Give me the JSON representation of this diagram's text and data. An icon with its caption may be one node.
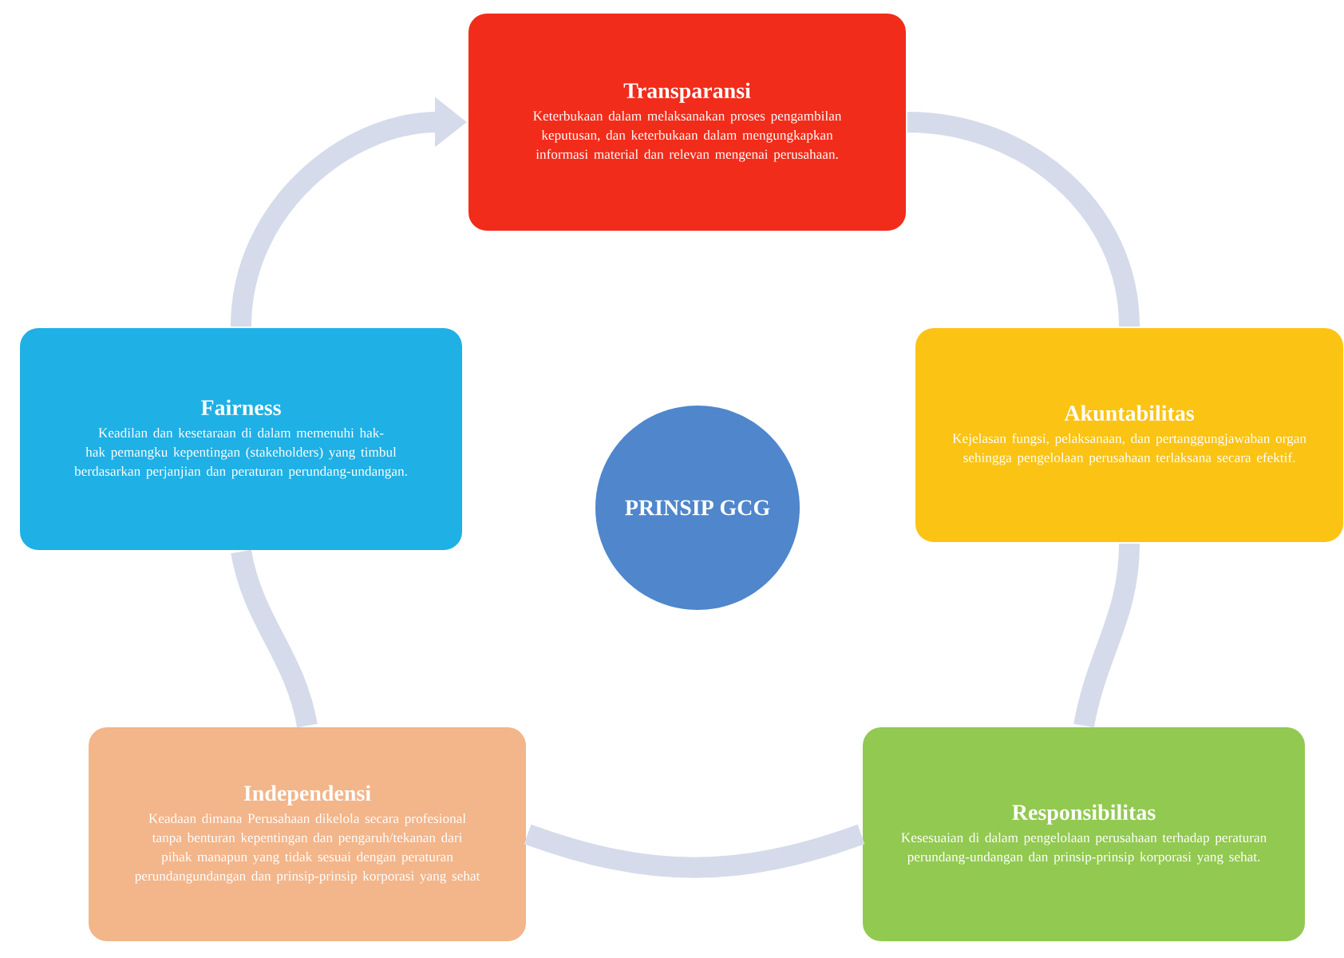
{
  "diagram": {
    "nodes": [
      {
        "text": [
          "Transparansi",
          "Keterbukaan dalam melaksanakan proses pengambilan keputusan, dan keterbukaan dalam mengungkapkan informasi material dan relevan mengenai perusahaan."
        ]
      },
      {
        "text": [
          "Akuntabilitas",
          "Kejelasan fungsi, pelaksanaan, dan pertanggungjawaban organ sehingga pengelolaan perusahaan terlaksana secara efektif."
        ]
      },
      {
        "text": [
          "Responsibilitas",
          "Kesesuaian di dalam pengelolaan perusahaan terhadap peraturan perundang-undangan dan prinsip-prinsip korporasi yang sehat."
        ]
      },
      {
        "text": [
          "Independensi",
          "Keadaan dimana Perusahaan dikelola secara profesional tanpa benturan kepentingan dan pengaruh/tekanan dari pihak manapun yang tidak sesuai dengan peraturan perundangundangan dan prinsip-prinsip korporasi yang sehat"
        ]
      },
      {
        "text": [
          "Fairness",
          "Keadilan dan kesetaraan di dalam memenuhi hak-hak pemangku kepentingan (stakeholders) yang timbul berdasarkan perjanjian dan peraturan perundang-undangan."
        ]
      },
      {
        "text": [
          "PRINSIP GCG"
        ]
      }
    ],
    "edges": [
      {
        "from": 0,
        "to": 1,
        "arrow": "none"
      },
      {
        "from": 1,
        "to": 2,
        "arrow": "none"
      },
      {
        "from": 2,
        "to": 3,
        "arrow": "none"
      },
      {
        "from": 3,
        "to": 4,
        "arrow": "none"
      },
      {
        "from": 4,
        "to": 0,
        "arrow": "to"
      }
    ]
  }
}
